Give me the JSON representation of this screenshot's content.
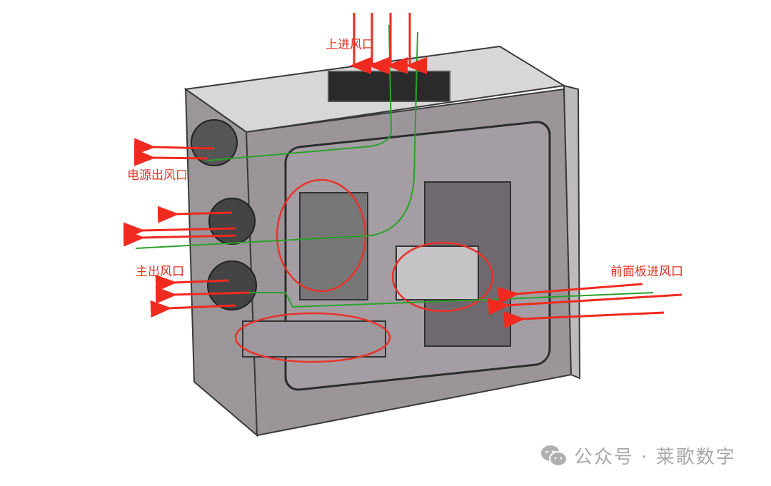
{
  "labels": {
    "top_intake": "上进风口",
    "psu_exhaust": "电源出风口",
    "main_exhaust": "主出风口",
    "front_intake": "前面板进风口"
  },
  "watermark": {
    "icon": "wechat-icon",
    "text": "公众号 · 莱歌数字"
  },
  "colors": {
    "arrow": "#f02a1e",
    "airflow_path": "#2aa12a",
    "highlight_ellipse": "#e8322a",
    "case_fill": "#8a8288",
    "case_edge": "#3a3a3a"
  }
}
